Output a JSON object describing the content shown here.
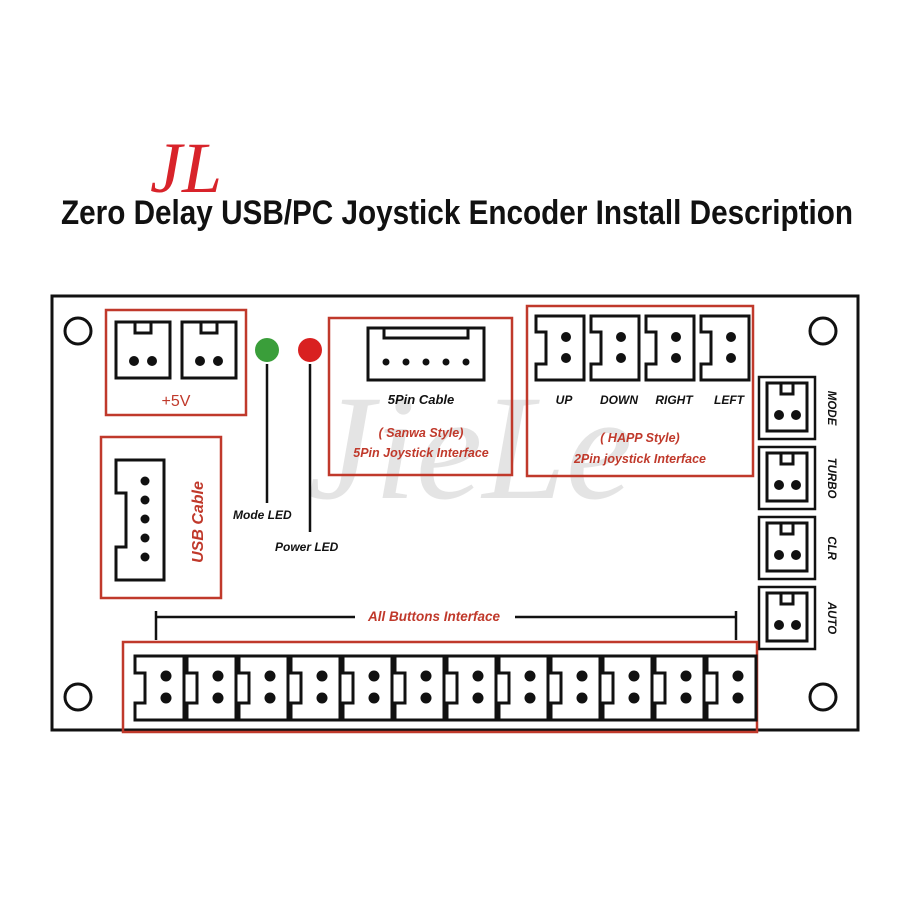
{
  "logo": {
    "text": "JL"
  },
  "title": "Zero Delay USB/PC Joystick Encoder Install Description",
  "watermark": "JieLe",
  "power": {
    "label": "+5V"
  },
  "leds": {
    "mode": {
      "label": "Mode LED",
      "color": "#3a9e3a"
    },
    "power": {
      "label": "Power LED",
      "color": "#d92020"
    }
  },
  "usb": {
    "label": "USB Cable"
  },
  "sanwa": {
    "title": "5Pin Cable",
    "style": "( Sanwa Style)",
    "desc": "5Pin Joystick Interface"
  },
  "happ": {
    "style": "( HAPP Style)",
    "desc": "2Pin joystick Interface",
    "directions": [
      "UP",
      "DOWN",
      "RIGHT",
      "LEFT"
    ]
  },
  "side_buttons": [
    "MODE",
    "TURBO",
    "CLR",
    "AUTO"
  ],
  "buttons": {
    "label": "All Buttons Interface",
    "count": 12
  },
  "colors": {
    "outline": "#c0392b",
    "board": "#111111",
    "logo": "#d8232a"
  }
}
